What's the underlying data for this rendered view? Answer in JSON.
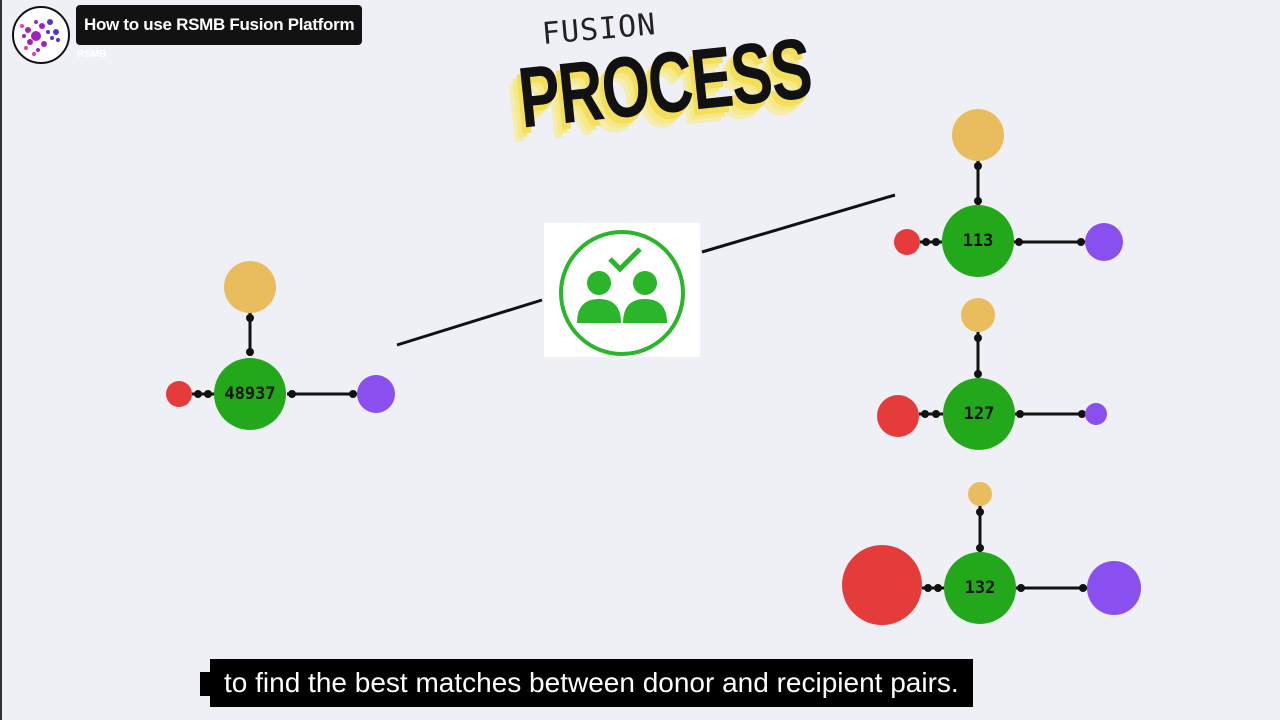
{
  "player": {
    "video_title": "How to use RSMB Fusion Platform",
    "channel": "RSMB"
  },
  "slide": {
    "heading_small": "FUSION",
    "heading_large": "PROCESS",
    "nodes": [
      {
        "label": "48937"
      },
      {
        "label": "113"
      },
      {
        "label": "127"
      },
      {
        "label": "132"
      }
    ],
    "match_icon": "users-check-icon"
  },
  "caption": {
    "text": "to find the best matches between donor and recipient pairs."
  },
  "colors": {
    "center": "#22a81a",
    "top": "#e9bd5e",
    "left": "#e53b3b",
    "right": "#8a4fef",
    "background": "#eef0f5"
  }
}
